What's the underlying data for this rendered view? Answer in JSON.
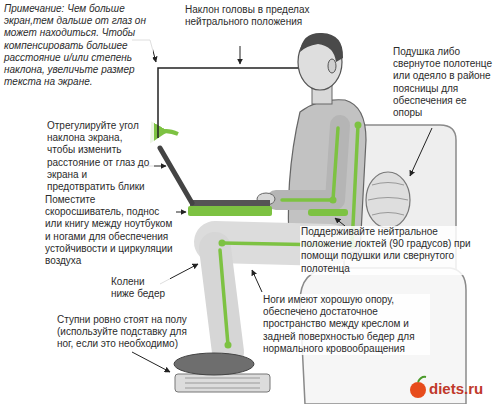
{
  "diagram": {
    "labels": [
      "Примечание: Чем больше экран,тем дальше от глаз он может находиться. Чтобы компенсировать большее расстояние и/или степень наклона, увеличьте размер текста на экране.",
      "Наклон головы в пределах нейтрального положения",
      "Подушка либо свернутое полотенце или одеяло в районе поясницы для обеспечения ее опоры",
      "Отрегулируйте угол наклона экрана, чтобы изменить расстояние от глаз до экрана и предотвратить блики",
      "Поместите скоросшиватель, поднос или книгу между ноутбуком и ногами для обеспечения устойчивости и циркуляции воздуха",
      "Поддерживайте нейтральное положение локтей (90 градусов) при помощи подушки или свернутого полотенца",
      "Колени ниже бедер",
      "Ноги имеют хорошую опору, обеспечено достаточное пространство между креслом и задней поверхностью бедер для нормального кровообращения",
      "Ступни ровно стоят на полу (используйте подставку для ног, если это необходимо)",
      "diets.ru"
    ]
  }
}
